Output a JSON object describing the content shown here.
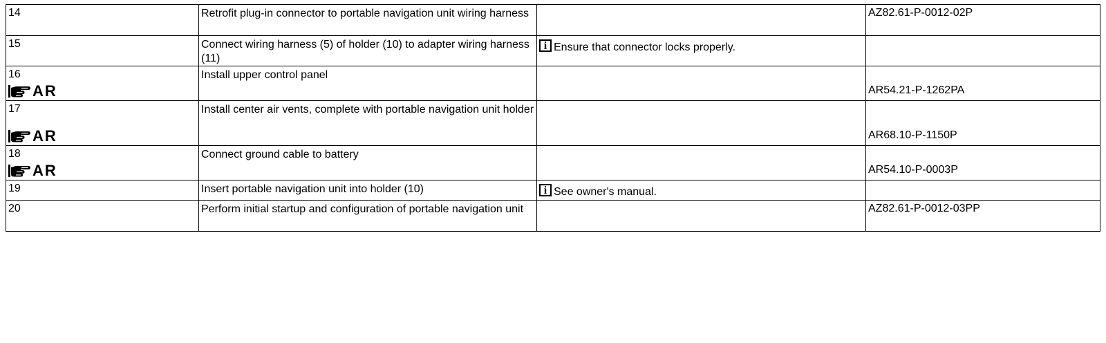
{
  "steps": [
    {
      "num": "14",
      "desc": "Retrofit plug-in connector to portable navigation unit wiring harness",
      "note": "",
      "ref": "AZ82.61-P-0012-02P",
      "ar": ""
    },
    {
      "num": "15",
      "desc": "Connect wiring harness (5) of holder (10) to adapter wiring harness (11)",
      "note": "Ensure that connector locks properly.",
      "note_icon": "info-icon",
      "ref": "",
      "ar": ""
    },
    {
      "num": "16",
      "desc": "Install upper control panel",
      "note": "",
      "ref": "AR54.21-P-1262PA",
      "ar": "AR",
      "ar_icon": "pointing-hand-icon"
    },
    {
      "num": "17",
      "desc": "Install center air vents, complete with portable navigation unit holder",
      "note": "",
      "ref": "AR68.10-P-1150P",
      "ar": "AR",
      "ar_icon": "pointing-hand-icon"
    },
    {
      "num": "18",
      "desc": "Connect ground cable to battery",
      "note": "",
      "ref": "AR54.10-P-0003P",
      "ar": "AR",
      "ar_icon": "pointing-hand-icon"
    },
    {
      "num": "19",
      "desc": "Insert portable navigation unit into holder (10)",
      "note": "See owner's manual.",
      "note_icon": "info-icon",
      "ref": "",
      "ar": ""
    },
    {
      "num": "20",
      "desc": "Perform initial startup and configuration of portable navigation unit",
      "note": "",
      "ref": "AZ82.61-P-0012-03PP",
      "ar": ""
    }
  ],
  "info_glyph": "i"
}
